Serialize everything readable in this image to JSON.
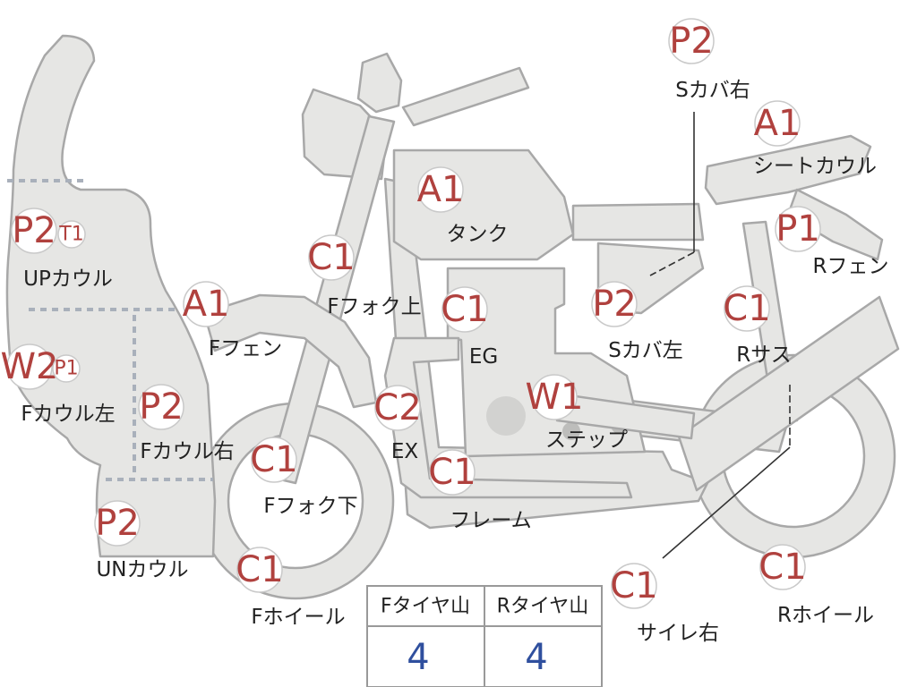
{
  "colors": {
    "part_fill": "#e6e6e4",
    "part_stroke": "#a8a8a8",
    "badge_text": "#b0413e",
    "value_text": "#2f4f9e"
  },
  "parts": [
    {
      "id": "s-cover-right",
      "code": "P2",
      "label": "Sカバ右"
    },
    {
      "id": "seat-cowl",
      "code": "A1",
      "label": "シートカウル"
    },
    {
      "id": "tank",
      "code": "A1",
      "label": "タンク"
    },
    {
      "id": "up-cowl",
      "code": "P2",
      "code2": "T1",
      "label": "UPカウル"
    },
    {
      "id": "r-fender",
      "code": "P1",
      "label": "Rフェン"
    },
    {
      "id": "f-fork-upper",
      "code": "C1",
      "label": "Fフォク上"
    },
    {
      "id": "f-fender",
      "code": "A1",
      "label": "Fフェン"
    },
    {
      "id": "s-cover-left",
      "code": "P2",
      "label": "Sカバ左"
    },
    {
      "id": "engine",
      "code": "C1",
      "label": "EG"
    },
    {
      "id": "r-suspension",
      "code": "C1",
      "label": "Rサス"
    },
    {
      "id": "f-cowl-left",
      "code": "W2",
      "code2": "P1",
      "label": "Fカウル左"
    },
    {
      "id": "f-cowl-right",
      "code": "P2",
      "label": "Fカウル右"
    },
    {
      "id": "exhaust",
      "code": "C2",
      "label": "EX"
    },
    {
      "id": "step",
      "code": "W1",
      "label": "ステップ"
    },
    {
      "id": "f-fork-lower",
      "code": "C1",
      "label": "Fフォク下"
    },
    {
      "id": "frame",
      "code": "C1",
      "label": "フレーム"
    },
    {
      "id": "un-cowl",
      "code": "P2",
      "label": "UNカウル"
    },
    {
      "id": "f-wheel",
      "code": "C1",
      "label": "Fホイール"
    },
    {
      "id": "r-wheel",
      "code": "C1",
      "label": "Rホイール"
    },
    {
      "id": "silencer-right",
      "code": "C1",
      "label": "サイレ右"
    }
  ],
  "tire_table": {
    "headers": [
      "Fタイヤ山",
      "Rタイヤ山"
    ],
    "values": [
      "4",
      "4"
    ]
  }
}
